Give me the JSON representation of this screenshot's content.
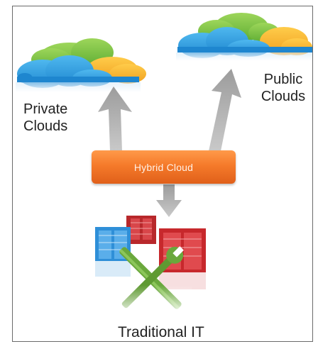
{
  "labels": {
    "private_clouds": "Private\nClouds",
    "public_clouds": "Public\nClouds",
    "hybrid_cloud": "Hybrid Cloud",
    "traditional_it": "Traditional IT"
  },
  "colors": {
    "cloud_blue": "#29a0e0",
    "cloud_green": "#7cc242",
    "cloud_orange": "#f5b32a",
    "hybrid_orange": "#f57a2a",
    "arrow_gray": "#a8a8a8",
    "server_red": "#c7282c",
    "server_blue": "#2f8fd8",
    "tools_green": "#6aa83c"
  },
  "icons": [
    "private-cloud-icon",
    "public-cloud-icon",
    "arrow-up-icon",
    "arrow-down-icon",
    "server-rack-icon",
    "wrench-screwdriver-icon"
  ]
}
